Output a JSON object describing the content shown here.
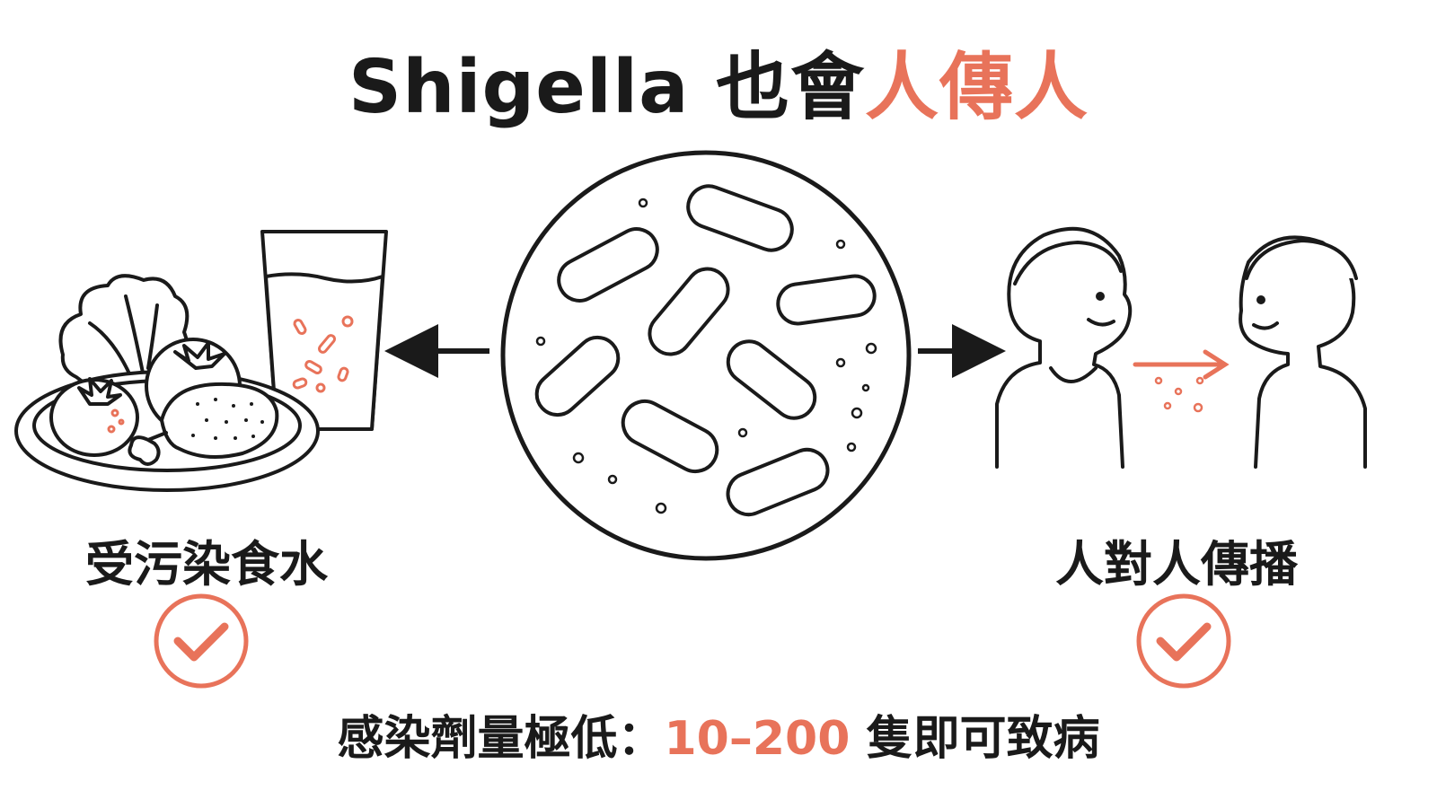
{
  "title": {
    "main": "Shigella 也會",
    "accent": "人傳人"
  },
  "left_label": "受污染食水",
  "right_label": "人對人傳播",
  "bottom": {
    "prefix": "感染劑量極低：",
    "accent": "10–200",
    "suffix": " 隻即可致病"
  },
  "icons": {
    "food_water": "food-water-icon",
    "bacteria": "bacteria-icon",
    "people": "person-to-person-icon",
    "check": "check-icon"
  },
  "colors": {
    "accent": "#e8735a",
    "ink": "#1a1a1a"
  }
}
